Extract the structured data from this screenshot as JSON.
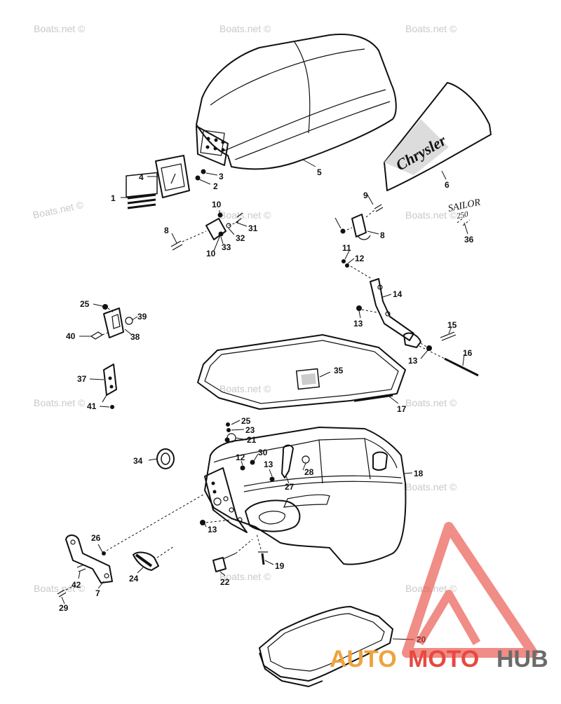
{
  "watermarks": [
    "Boats.net ©",
    "Boats.net ©",
    "Boats.net ©",
    "Boats.net ©",
    "Boats.net ©",
    "Boats.net ©",
    "Boats.net ©",
    "Boats.net ©",
    "Boats.net ©",
    "Boats.net ©",
    "Boats.net ©",
    "Boats.net ©",
    "Boats.net ©"
  ],
  "decal_brand": "Chrysler",
  "decal_model": "SAILOR",
  "decal_model_num": "250",
  "logo": {
    "part1": "AUTO",
    "part2": "MOTO",
    "part3": "HUB",
    "color_red": "#e8483f",
    "color_orange": "#f0a23a",
    "color_gray": "#6b6b6b"
  },
  "callouts": [
    "1",
    "2",
    "3",
    "4",
    "5",
    "6",
    "8",
    "9",
    "10",
    "8",
    "31",
    "32",
    "33",
    "10",
    "36",
    "11",
    "12",
    "14",
    "13",
    "15",
    "13",
    "16",
    "25",
    "39",
    "40",
    "38",
    "37",
    "35",
    "41",
    "17",
    "25",
    "23",
    "21",
    "34",
    "30",
    "12",
    "13",
    "28",
    "27",
    "18",
    "26",
    "13",
    "24",
    "42",
    "7",
    "29",
    "22",
    "19",
    "20"
  ]
}
